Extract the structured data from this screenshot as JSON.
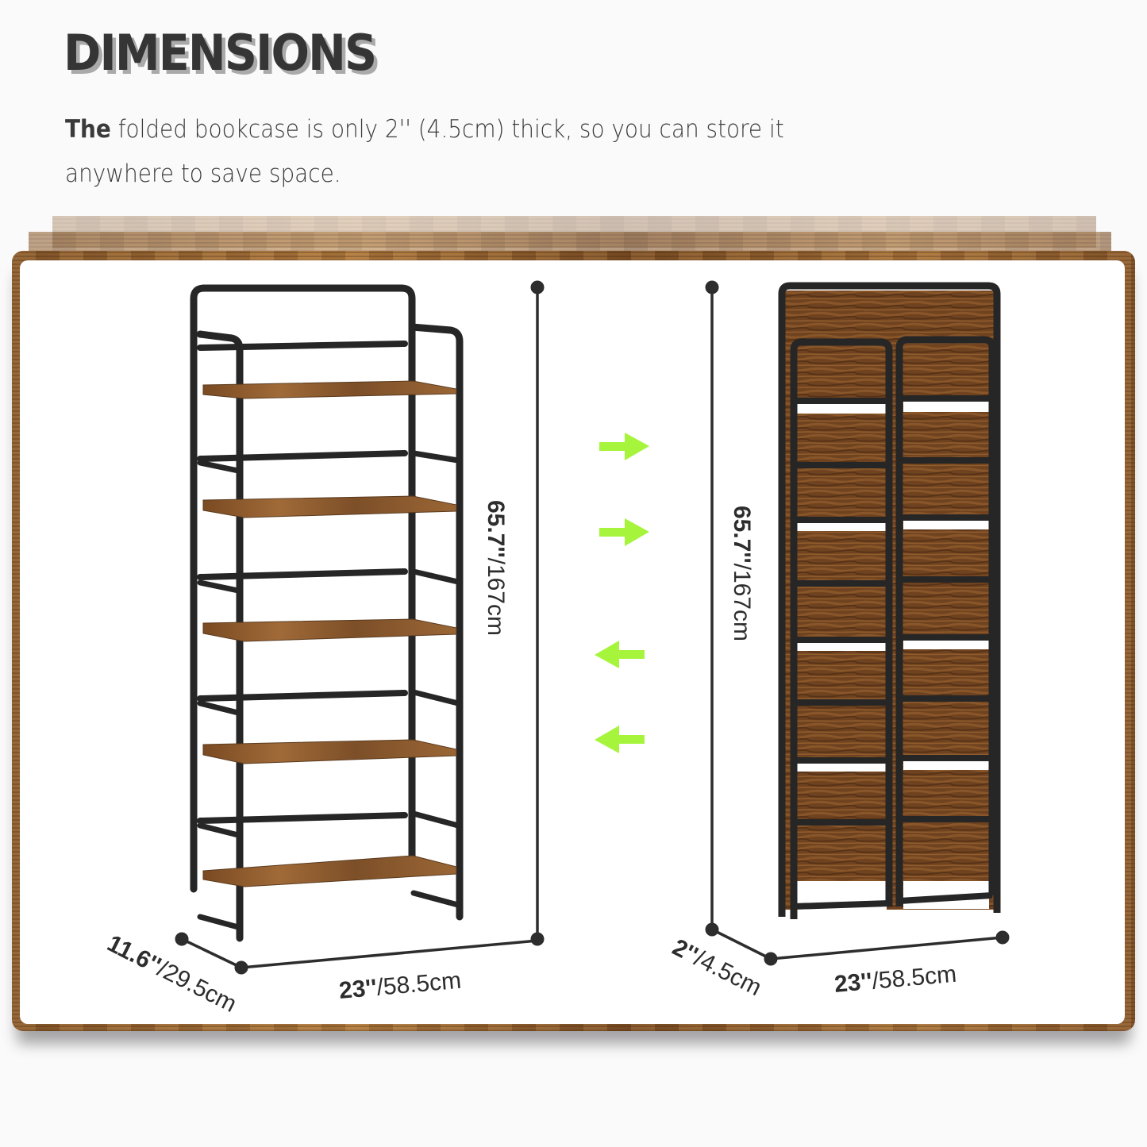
{
  "heading": "DIMENSIONS",
  "caption": {
    "lead": "The",
    "rest": " folded bookcase is only 2'' (4.5cm) thick, so you can store it anywhere to save space."
  },
  "unfolded": {
    "height": {
      "inch": "65.7''",
      "cm": "/167cm"
    },
    "width": {
      "inch": "23''",
      "cm": "/58.5cm"
    },
    "depth": {
      "inch": "11.6''",
      "cm": "/29.5cm"
    },
    "shelf_count": 5
  },
  "folded": {
    "height": {
      "inch": "65.7''",
      "cm": "/167cm"
    },
    "width": {
      "inch": "23''",
      "cm": "/58.5cm"
    },
    "depth": {
      "inch": "2''",
      "cm": "/4.5cm"
    }
  },
  "arrows": {
    "color": "#a6f53c",
    "items": [
      {
        "direction": "right",
        "icon": "arrow-right-icon"
      },
      {
        "direction": "right",
        "icon": "arrow-right-icon"
      },
      {
        "direction": "left",
        "icon": "arrow-left-icon"
      },
      {
        "direction": "left",
        "icon": "arrow-left-icon"
      }
    ]
  },
  "colors": {
    "frame": "#262626",
    "shelf_wood": "#8b5a2e",
    "dimension_line": "#2d2d2d",
    "heading": "#353535"
  }
}
